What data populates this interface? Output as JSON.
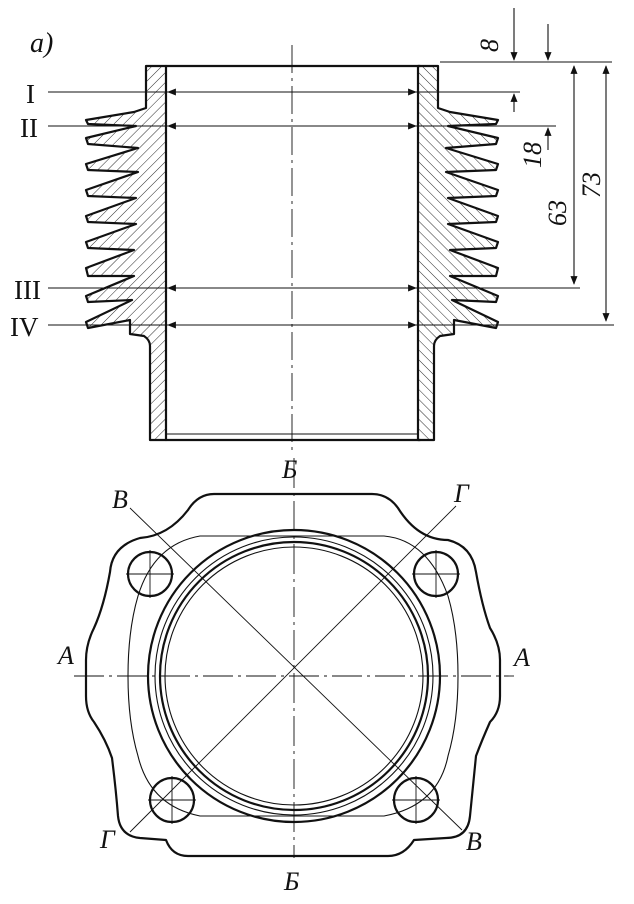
{
  "figure_label": "a)",
  "sections": [
    "I",
    "II",
    "III",
    "IV"
  ],
  "dimensions": [
    "8",
    "18",
    "63",
    "73"
  ],
  "view_labels": {
    "b_top": "Б",
    "b_bottom": "Б",
    "a_left": "A",
    "a_right": "A",
    "v_top": "В",
    "v_bottom": "В",
    "g_top": "Г",
    "g_bottom": "Г"
  }
}
